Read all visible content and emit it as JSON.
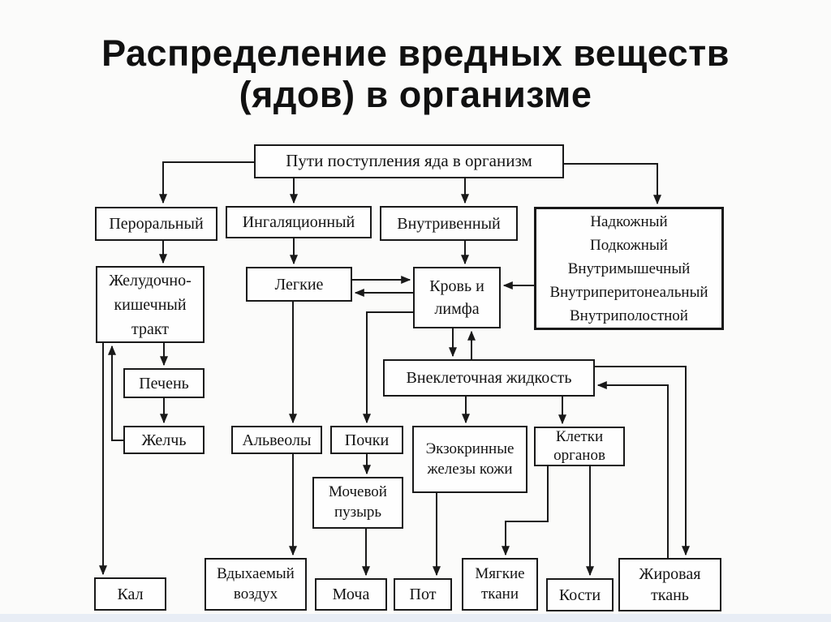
{
  "title": "Распределение вредных веществ (ядов) в организме",
  "colors": {
    "ink": "#191919",
    "box_background": "#fefefe",
    "page_background": "#fbfbfa",
    "footer_strip": "#e8edf5"
  },
  "nodes": {
    "entry": "Пути поступления яда в организм",
    "oral": "Пероральный",
    "inhalation": "Ингаляционный",
    "intravenous": "Внутривенный",
    "other_routes": {
      "lines": [
        "Надкожный",
        "Подкожный",
        "Внутримышечный",
        "Внутриперитонеальный",
        "Внутриполостной"
      ]
    },
    "gi_tract": "Желудочно-кишечный тракт",
    "lungs": "Легкие",
    "blood_lymph": "Кровь и лимфа",
    "liver": "Печень",
    "bile": "Желчь",
    "extracellular_fluid": "Внеклеточная жидкость",
    "alveoli": "Альвеолы",
    "kidneys": "Почки",
    "exocrine_glands": "Экзокринные железы кожи",
    "organ_cells": "Клетки органов",
    "bladder": "Мочевой пузырь",
    "feces": "Кал",
    "exhaled_air": "Вдыхаемый воздух",
    "urine": "Моча",
    "sweat": "Пот",
    "soft_tissues": "Мягкие ткани",
    "bones": "Кости",
    "fat_tissue": "Жировая ткань"
  },
  "edges": [
    {
      "from": "entry",
      "to": "oral"
    },
    {
      "from": "entry",
      "to": "inhalation"
    },
    {
      "from": "entry",
      "to": "intravenous"
    },
    {
      "from": "entry",
      "to": "other_routes"
    },
    {
      "from": "oral",
      "to": "gi_tract"
    },
    {
      "from": "inhalation",
      "to": "lungs"
    },
    {
      "from": "intravenous",
      "to": "blood_lymph"
    },
    {
      "from": "other_routes",
      "to": "blood_lymph"
    },
    {
      "from": "lungs",
      "to": "blood_lymph"
    },
    {
      "from": "blood_lymph",
      "to": "lungs"
    },
    {
      "from": "blood_lymph",
      "to": "extracellular_fluid"
    },
    {
      "from": "extracellular_fluid",
      "to": "blood_lymph"
    },
    {
      "from": "blood_lymph",
      "to": "kidneys"
    },
    {
      "from": "lungs",
      "to": "alveoli"
    },
    {
      "from": "alveoli",
      "to": "exhaled_air"
    },
    {
      "from": "gi_tract",
      "to": "liver"
    },
    {
      "from": "liver",
      "to": "bile"
    },
    {
      "from": "bile",
      "to": "gi_tract"
    },
    {
      "from": "gi_tract",
      "to": "feces"
    },
    {
      "from": "extracellular_fluid",
      "to": "exocrine_glands"
    },
    {
      "from": "extracellular_fluid",
      "to": "organ_cells"
    },
    {
      "from": "extracellular_fluid",
      "to": "fat_tissue"
    },
    {
      "from": "fat_tissue",
      "to": "extracellular_fluid"
    },
    {
      "from": "kidneys",
      "to": "bladder"
    },
    {
      "from": "bladder",
      "to": "urine"
    },
    {
      "from": "exocrine_glands",
      "to": "sweat"
    },
    {
      "from": "organ_cells",
      "to": "soft_tissues"
    },
    {
      "from": "organ_cells",
      "to": "bones"
    }
  ]
}
